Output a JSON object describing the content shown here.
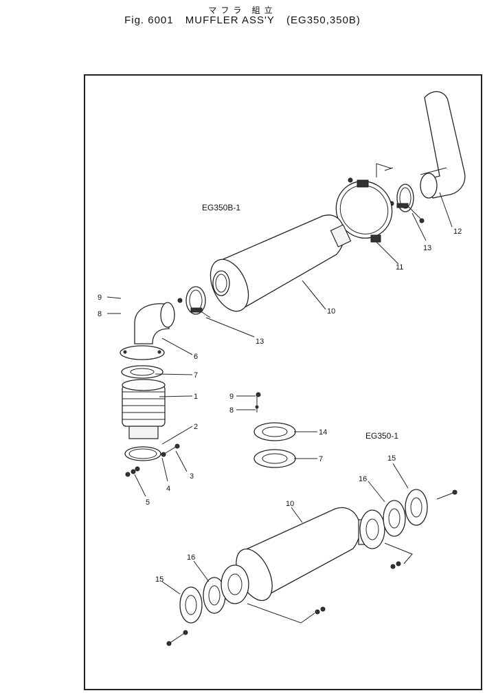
{
  "header": {
    "title_jp": "マフラ 組立",
    "fig_label": "Fig. 6001",
    "title_en": "MUFFLER ASS'Y",
    "models": "(EG350,350B)"
  },
  "variants": {
    "upper": "EG350B-1",
    "lower": "EG350-1"
  },
  "callouts": {
    "c1": "1",
    "c2": "2",
    "c3": "3",
    "c4": "4",
    "c5": "5",
    "c6": "6",
    "c7a": "7",
    "c7b": "7",
    "c8a": "8",
    "c8b": "8",
    "c9a": "9",
    "c9b": "9",
    "c10a": "10",
    "c10b": "10",
    "c11": "11",
    "c12": "12",
    "c13a": "13",
    "c13b": "13",
    "c14": "14",
    "c15a": "15",
    "c15b": "15",
    "c16a": "16",
    "c16b": "16"
  }
}
